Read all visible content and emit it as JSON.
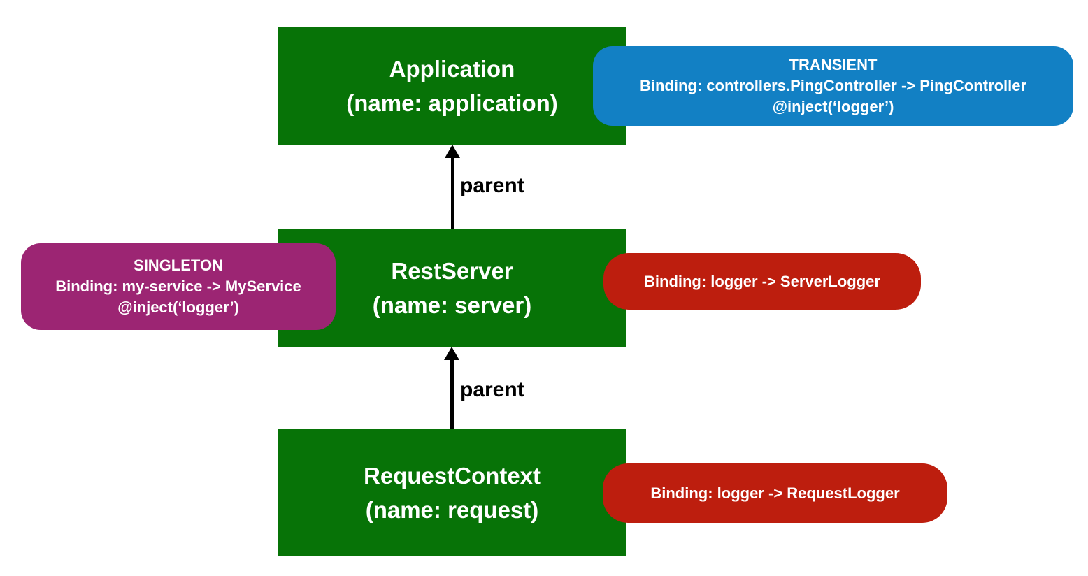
{
  "contexts": [
    {
      "title": "Application",
      "subtitle": "(name: application)"
    },
    {
      "title": "RestServer",
      "subtitle": "(name: server)"
    },
    {
      "title": "RequestContext",
      "subtitle": "(name: request)"
    }
  ],
  "edges": [
    {
      "label": "parent"
    },
    {
      "label": "parent"
    }
  ],
  "annotations": {
    "transient": {
      "scope": "TRANSIENT",
      "binding": "Binding: controllers.PingController -> PingController",
      "inject": "@inject(‘logger’)"
    },
    "singleton": {
      "scope": "SINGLETON",
      "binding": "Binding: my-service -> MyService",
      "inject": "@inject(‘logger’)"
    },
    "server_logger": {
      "binding": "Binding: logger -> ServerLogger"
    },
    "request_logger": {
      "binding": "Binding: logger -> RequestLogger"
    }
  },
  "colors": {
    "context_green": "#077307",
    "transient_blue": "#1280c4",
    "singleton_purple": "#9c2573",
    "binding_red": "#bd1e0e",
    "arrow_black": "#000000",
    "text_white": "#ffffff"
  }
}
